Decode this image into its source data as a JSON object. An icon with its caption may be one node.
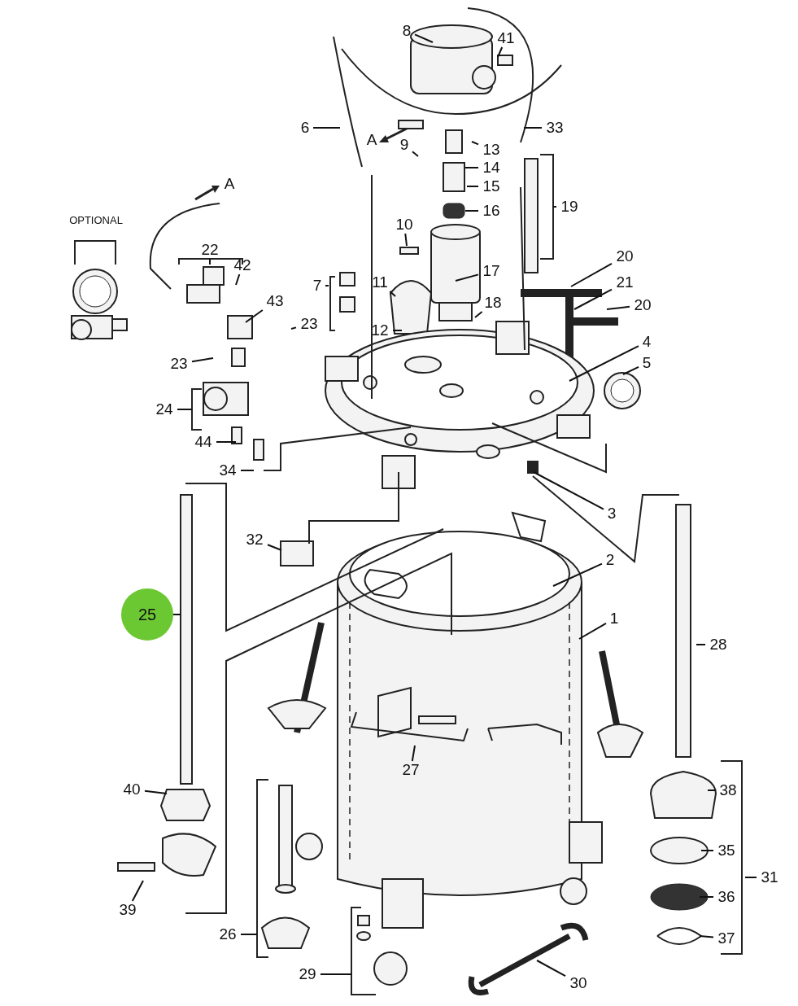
{
  "diagram": {
    "nodes": [
      {
        "text": [
          "8"
        ]
      },
      {
        "text": [
          "41"
        ]
      },
      {
        "text": [
          "6"
        ]
      },
      {
        "text": [
          "33"
        ]
      },
      {
        "text": [
          "9"
        ]
      },
      {
        "text": [
          "13"
        ]
      },
      {
        "text": [
          "14"
        ]
      },
      {
        "text": [
          "15"
        ]
      },
      {
        "text": [
          "16"
        ]
      },
      {
        "text": [
          "19"
        ]
      },
      {
        "text": [
          "10"
        ]
      },
      {
        "text": [
          "22"
        ]
      },
      {
        "text": [
          "20"
        ]
      },
      {
        "text": [
          "42"
        ]
      },
      {
        "text": [
          "17"
        ]
      },
      {
        "text": [
          "21"
        ]
      },
      {
        "text": [
          "7"
        ]
      },
      {
        "text": [
          "11"
        ]
      },
      {
        "text": [
          "43"
        ]
      },
      {
        "text": [
          "18"
        ]
      },
      {
        "text": [
          "20"
        ]
      },
      {
        "text": [
          "23"
        ]
      },
      {
        "text": [
          "12"
        ]
      },
      {
        "text": [
          "4"
        ]
      },
      {
        "text": [
          "23"
        ]
      },
      {
        "text": [
          "5"
        ]
      },
      {
        "text": [
          "24"
        ]
      },
      {
        "text": [
          "44"
        ]
      },
      {
        "text": [
          "34"
        ]
      },
      {
        "text": [
          "3"
        ]
      },
      {
        "text": [
          "32"
        ]
      },
      {
        "text": [
          "2"
        ]
      },
      {
        "text": [
          "25"
        ]
      },
      {
        "text": [
          "1"
        ]
      },
      {
        "text": [
          "28"
        ]
      },
      {
        "text": [
          "27"
        ]
      },
      {
        "text": [
          "40"
        ]
      },
      {
        "text": [
          "38"
        ]
      },
      {
        "text": [
          "35"
        ]
      },
      {
        "text": [
          "31"
        ]
      },
      {
        "text": [
          "36"
        ]
      },
      {
        "text": [
          "39"
        ]
      },
      {
        "text": [
          "26"
        ]
      },
      {
        "text": [
          "37"
        ]
      },
      {
        "text": [
          "29"
        ]
      },
      {
        "text": [
          "30"
        ]
      }
    ],
    "edges": [
      {
        "from": 0,
        "to": null,
        "arrow": "none"
      },
      {
        "from": 1,
        "to": null,
        "arrow": "none"
      },
      {
        "from": 2,
        "to": null,
        "arrow": "none"
      },
      {
        "from": 3,
        "to": null,
        "arrow": "none"
      },
      {
        "from": 4,
        "to": null,
        "arrow": "none"
      },
      {
        "from": 5,
        "to": null,
        "arrow": "none"
      },
      {
        "from": 6,
        "to": null,
        "arrow": "none"
      },
      {
        "from": 7,
        "to": null,
        "arrow": "none"
      },
      {
        "from": 8,
        "to": null,
        "arrow": "none"
      },
      {
        "from": 9,
        "to": null,
        "arrow": "none"
      },
      {
        "from": 10,
        "to": null,
        "arrow": "none"
      },
      {
        "from": 11,
        "to": null,
        "arrow": "none"
      },
      {
        "from": 12,
        "to": null,
        "arrow": "none"
      },
      {
        "from": 13,
        "to": null,
        "arrow": "none"
      },
      {
        "from": 14,
        "to": null,
        "arrow": "none"
      },
      {
        "from": 15,
        "to": null,
        "arrow": "none"
      },
      {
        "from": 16,
        "to": null,
        "arrow": "none"
      },
      {
        "from": 17,
        "to": null,
        "arrow": "none"
      },
      {
        "from": 18,
        "to": null,
        "arrow": "none"
      },
      {
        "from": 19,
        "to": null,
        "arrow": "none"
      },
      {
        "from": 20,
        "to": null,
        "arrow": "none"
      },
      {
        "from": 21,
        "to": null,
        "arrow": "none"
      },
      {
        "from": 22,
        "to": null,
        "arrow": "none"
      },
      {
        "from": 23,
        "to": null,
        "arrow": "none"
      },
      {
        "from": 24,
        "to": null,
        "arrow": "none"
      },
      {
        "from": 25,
        "to": null,
        "arrow": "none"
      },
      {
        "from": 26,
        "to": null,
        "arrow": "none"
      },
      {
        "from": 27,
        "to": null,
        "arrow": "none"
      },
      {
        "from": 28,
        "to": null,
        "arrow": "none"
      },
      {
        "from": 29,
        "to": null,
        "arrow": "none"
      },
      {
        "from": 30,
        "to": null,
        "arrow": "none"
      },
      {
        "from": 31,
        "to": null,
        "arrow": "none"
      },
      {
        "from": 32,
        "to": null,
        "arrow": "none"
      },
      {
        "from": 33,
        "to": null,
        "arrow": "none"
      },
      {
        "from": 34,
        "to": null,
        "arrow": "none"
      },
      {
        "from": 35,
        "to": null,
        "arrow": "none"
      },
      {
        "from": 36,
        "to": null,
        "arrow": "none"
      },
      {
        "from": 37,
        "to": null,
        "arrow": "none"
      },
      {
        "from": 38,
        "to": null,
        "arrow": "none"
      },
      {
        "from": 39,
        "to": null,
        "arrow": "none"
      },
      {
        "from": 40,
        "to": null,
        "arrow": "none"
      },
      {
        "from": 41,
        "to": null,
        "arrow": "none"
      },
      {
        "from": 42,
        "to": null,
        "arrow": "none"
      },
      {
        "from": 43,
        "to": null,
        "arrow": "none"
      },
      {
        "from": 44,
        "to": null,
        "arrow": "none"
      },
      {
        "from": 45,
        "to": null,
        "arrow": "none"
      }
    ],
    "labels": [
      "A",
      "A",
      "OPTIONAL"
    ]
  }
}
